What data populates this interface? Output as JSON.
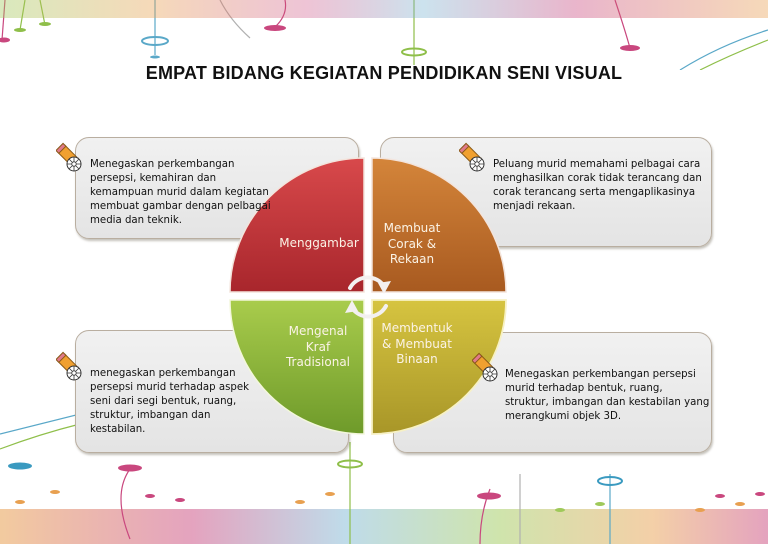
{
  "title": "EMPAT BIDANG KEGIATAN PENDIDIKAN SENI VISUAL",
  "segments": [
    {
      "id": "menggambar",
      "label": "Menggambar",
      "color": "#c0353a",
      "position": "top-left"
    },
    {
      "id": "corak-rekaan",
      "label": "Membuat\nCorak &\nRekaan",
      "color": "#c0702c",
      "position": "top-right"
    },
    {
      "id": "kraf-tradisional",
      "label": "Mengenal\nKraf\nTradisional",
      "color": "#8ab43a",
      "position": "bottom-left"
    },
    {
      "id": "binaan",
      "label": "Membentuk\n& Membuat\nBinaan",
      "color": "#c4b034",
      "position": "bottom-right"
    }
  ],
  "descriptions": [
    {
      "position": "top-left",
      "text": "Menegaskan perkembangan\npersepsi, kemahiran dan\nkemampuan murid dalam kegiatan\nmembuat gambar dengan pelbagai\nmedia dan teknik."
    },
    {
      "position": "top-right",
      "text": "Peluang murid memahami pelbagai cara\nmenghasilkan corak tidak terancang dan\ncorak terancang serta mengaplikasinya\nmenjadi rekaan."
    },
    {
      "position": "bottom-left",
      "text": "menegaskan perkembangan\npersepsi murid terhadap aspek\nseni dari segi bentuk, ruang,\nstruktur, imbangan dan\nkestabilan."
    },
    {
      "position": "bottom-right",
      "text": "Menegaskan perkembangan persepsi\nmurid terhadap bentuk, ruang,\nstruktur, imbangan dan kestabilan yang\nmerangkumi objek 3D."
    }
  ],
  "icons": {
    "bullet": "pencil-flower-icon",
    "cycle": "cycle-arrows-icon"
  },
  "colors": {
    "box_fill": "#e8e8e8",
    "box_border": "#b9aea0",
    "label_text": "#fbf3e6"
  }
}
